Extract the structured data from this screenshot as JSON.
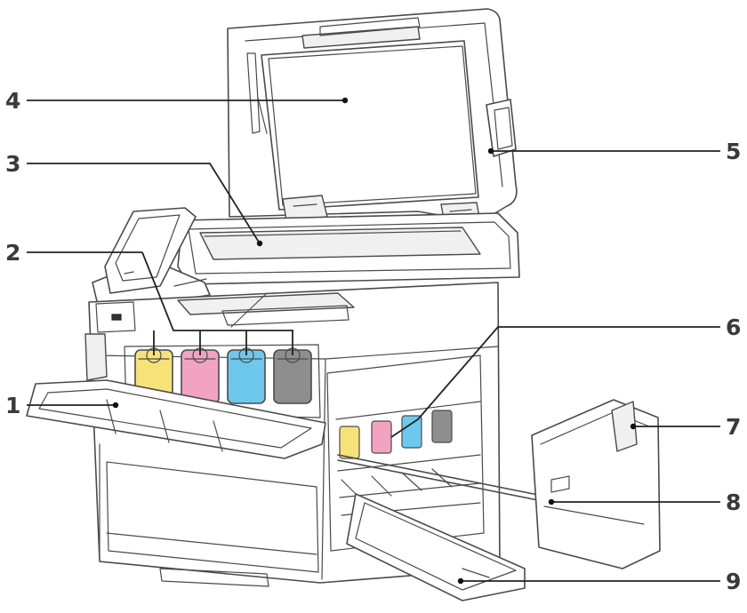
{
  "figure": {
    "callouts": [
      {
        "label": "1"
      },
      {
        "label": "2"
      },
      {
        "label": "3"
      },
      {
        "label": "4"
      },
      {
        "label": "5"
      },
      {
        "label": "6"
      },
      {
        "label": "7"
      },
      {
        "label": "8"
      },
      {
        "label": "9"
      }
    ],
    "colors": {
      "toner_yellow": "#f7e27a",
      "toner_magenta": "#f2a3c2",
      "toner_cyan": "#6ec8ee",
      "toner_black": "#8e8e8e",
      "outline": "#4a4a4a"
    }
  }
}
